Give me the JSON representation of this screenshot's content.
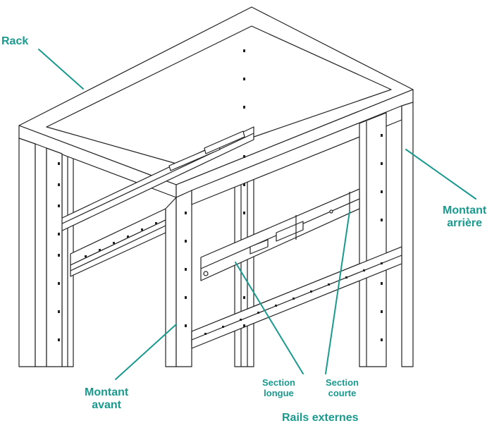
{
  "labels": {
    "rack": "Rack",
    "rear_post": [
      "Montant",
      "arrière"
    ],
    "front_post": [
      "Montant",
      "avant"
    ],
    "long_section": [
      "Section",
      "longue"
    ],
    "short_section": [
      "Section",
      "courte"
    ],
    "outer_rails": "Rails externes"
  },
  "colors": {
    "label": "#1a9a8e",
    "line": "#1a9a8e",
    "drawing": "#222222",
    "fill": "#ffffff"
  }
}
